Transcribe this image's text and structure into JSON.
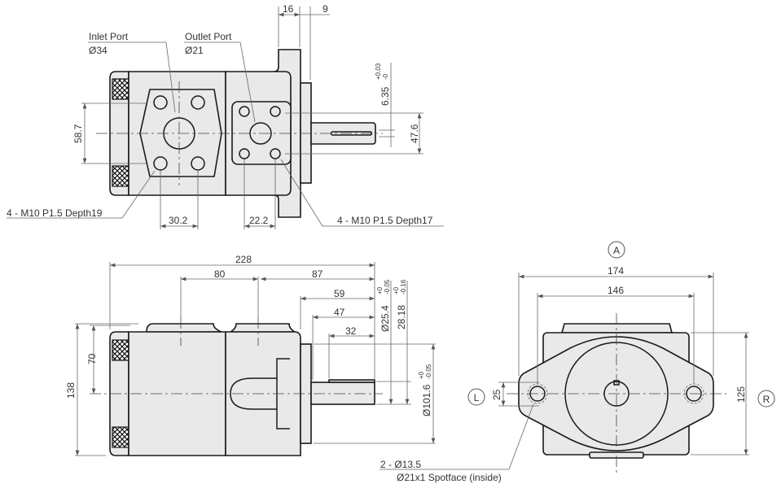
{
  "top_view": {
    "inlet_label": "Inlet Port",
    "inlet_dia": "Ø34",
    "outlet_label": "Outlet Port",
    "outlet_dia": "Ø21",
    "dim_16": "16",
    "dim_9": "9",
    "dim_6_35": "6.35",
    "tol_6_35_upper": "+0.03",
    "tol_6_35_lower": "-0",
    "dim_47_6": "47.6",
    "dim_58_7": "58.7",
    "dim_30_2": "30.2",
    "dim_22_2": "22.2",
    "inlet_bolts": "4 - M10  P1.5  Depth19",
    "outlet_bolts": "4 - M10  P1.5  Depth17"
  },
  "side_view": {
    "dim_228": "228",
    "dim_80": "80",
    "dim_87": "87",
    "dim_59": "59",
    "dim_47": "47",
    "dim_32": "32",
    "dim_shaft": "Ø25.4",
    "tol_shaft_upper": "+0",
    "tol_shaft_lower": "-0.05",
    "dim_key": "28.18",
    "tol_key_upper": "+0",
    "tol_key_lower": "-0.16",
    "dim_pilot": "Ø101.6",
    "tol_pilot_upper": "+0",
    "tol_pilot_lower": "-0.05",
    "dim_138": "138",
    "dim_70": "70"
  },
  "front_view": {
    "marker_a": "A",
    "marker_l": "L",
    "marker_r": "R",
    "dim_174": "174",
    "dim_146": "146",
    "dim_125": "125",
    "dim_25": "25",
    "hole_note": "2 - Ø13.5",
    "spotface_note": "Ø21x1 Spotface (inside)"
  }
}
